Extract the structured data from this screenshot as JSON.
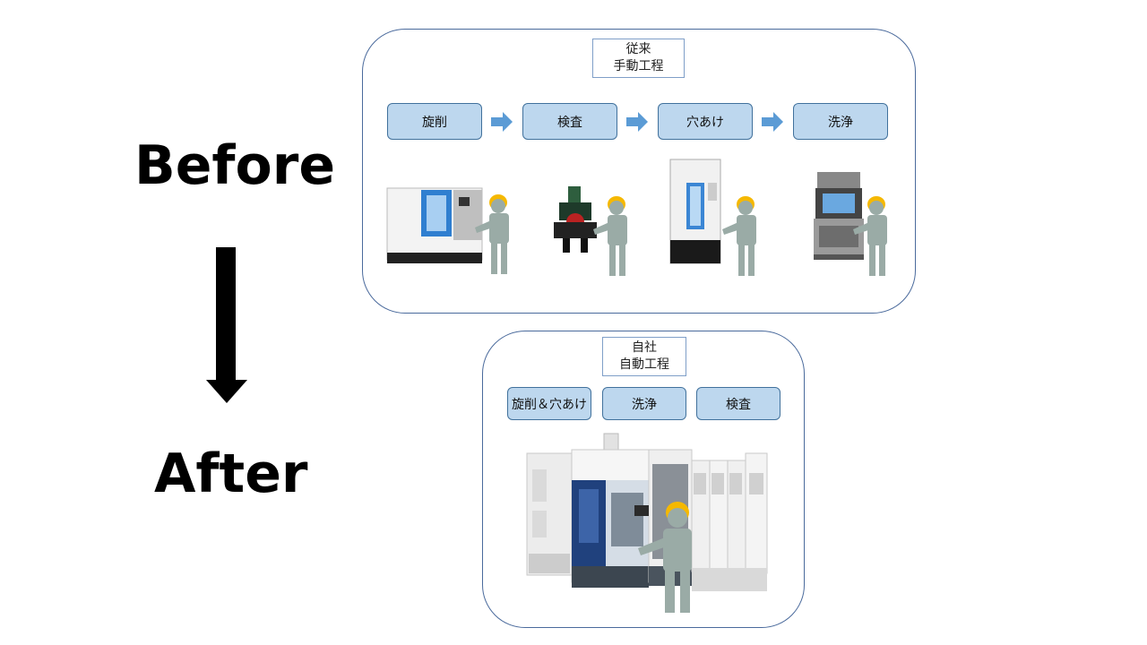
{
  "labels": {
    "before": "Before",
    "after": "After"
  },
  "before_panel": {
    "title_line1": "従来",
    "title_line2": "手動工程",
    "steps": [
      "旋削",
      "検査",
      "穴あけ",
      "洗浄"
    ]
  },
  "after_panel": {
    "title_line1": "自社",
    "title_line2": "自動工程",
    "steps": [
      "旋削＆穴あけ",
      "洗浄",
      "検査"
    ]
  },
  "colors": {
    "step_fill": "#bdd7ee",
    "step_border": "#41719c",
    "flow_arrow": "#5b9bd5",
    "panel_border": "#4a6a9c",
    "worker_body": "#9aaba6",
    "helmet": "#f5b800"
  }
}
